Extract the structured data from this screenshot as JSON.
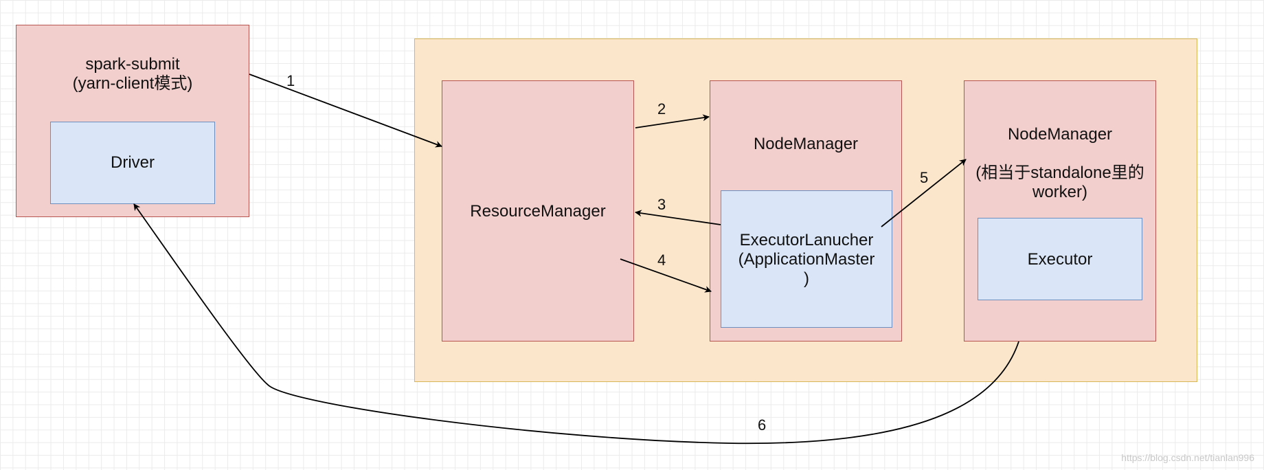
{
  "nodes": {
    "spark_submit": {
      "title": "spark-submit",
      "subtitle": "(yarn-client模式)"
    },
    "driver": {
      "label": "Driver"
    },
    "resource_manager": {
      "label": "ResourceManager"
    },
    "node_manager_1": {
      "label": "NodeManager"
    },
    "executor_launcher": {
      "label": "ExecutorLanucher\n(ApplicationMaster\n)"
    },
    "node_manager_2": {
      "title": "NodeManager",
      "subtitle": "(相当于standalone里的\nworker)"
    },
    "executor": {
      "label": "Executor"
    }
  },
  "edges": [
    {
      "id": "edge-1",
      "label": "1"
    },
    {
      "id": "edge-2",
      "label": "2"
    },
    {
      "id": "edge-3",
      "label": "3"
    },
    {
      "id": "edge-4",
      "label": "4"
    },
    {
      "id": "edge-5",
      "label": "5"
    },
    {
      "id": "edge-6",
      "label": "6"
    }
  ],
  "watermark": "https://blog.csdn.net/tianlan996",
  "colors": {
    "red_fill": "#f2cfcd",
    "red_stroke": "#b85450",
    "blue_fill": "#dae6f7",
    "blue_stroke": "#6c8ebf",
    "orange_fill": "#fbe6cc",
    "orange_stroke": "#d6b656"
  }
}
